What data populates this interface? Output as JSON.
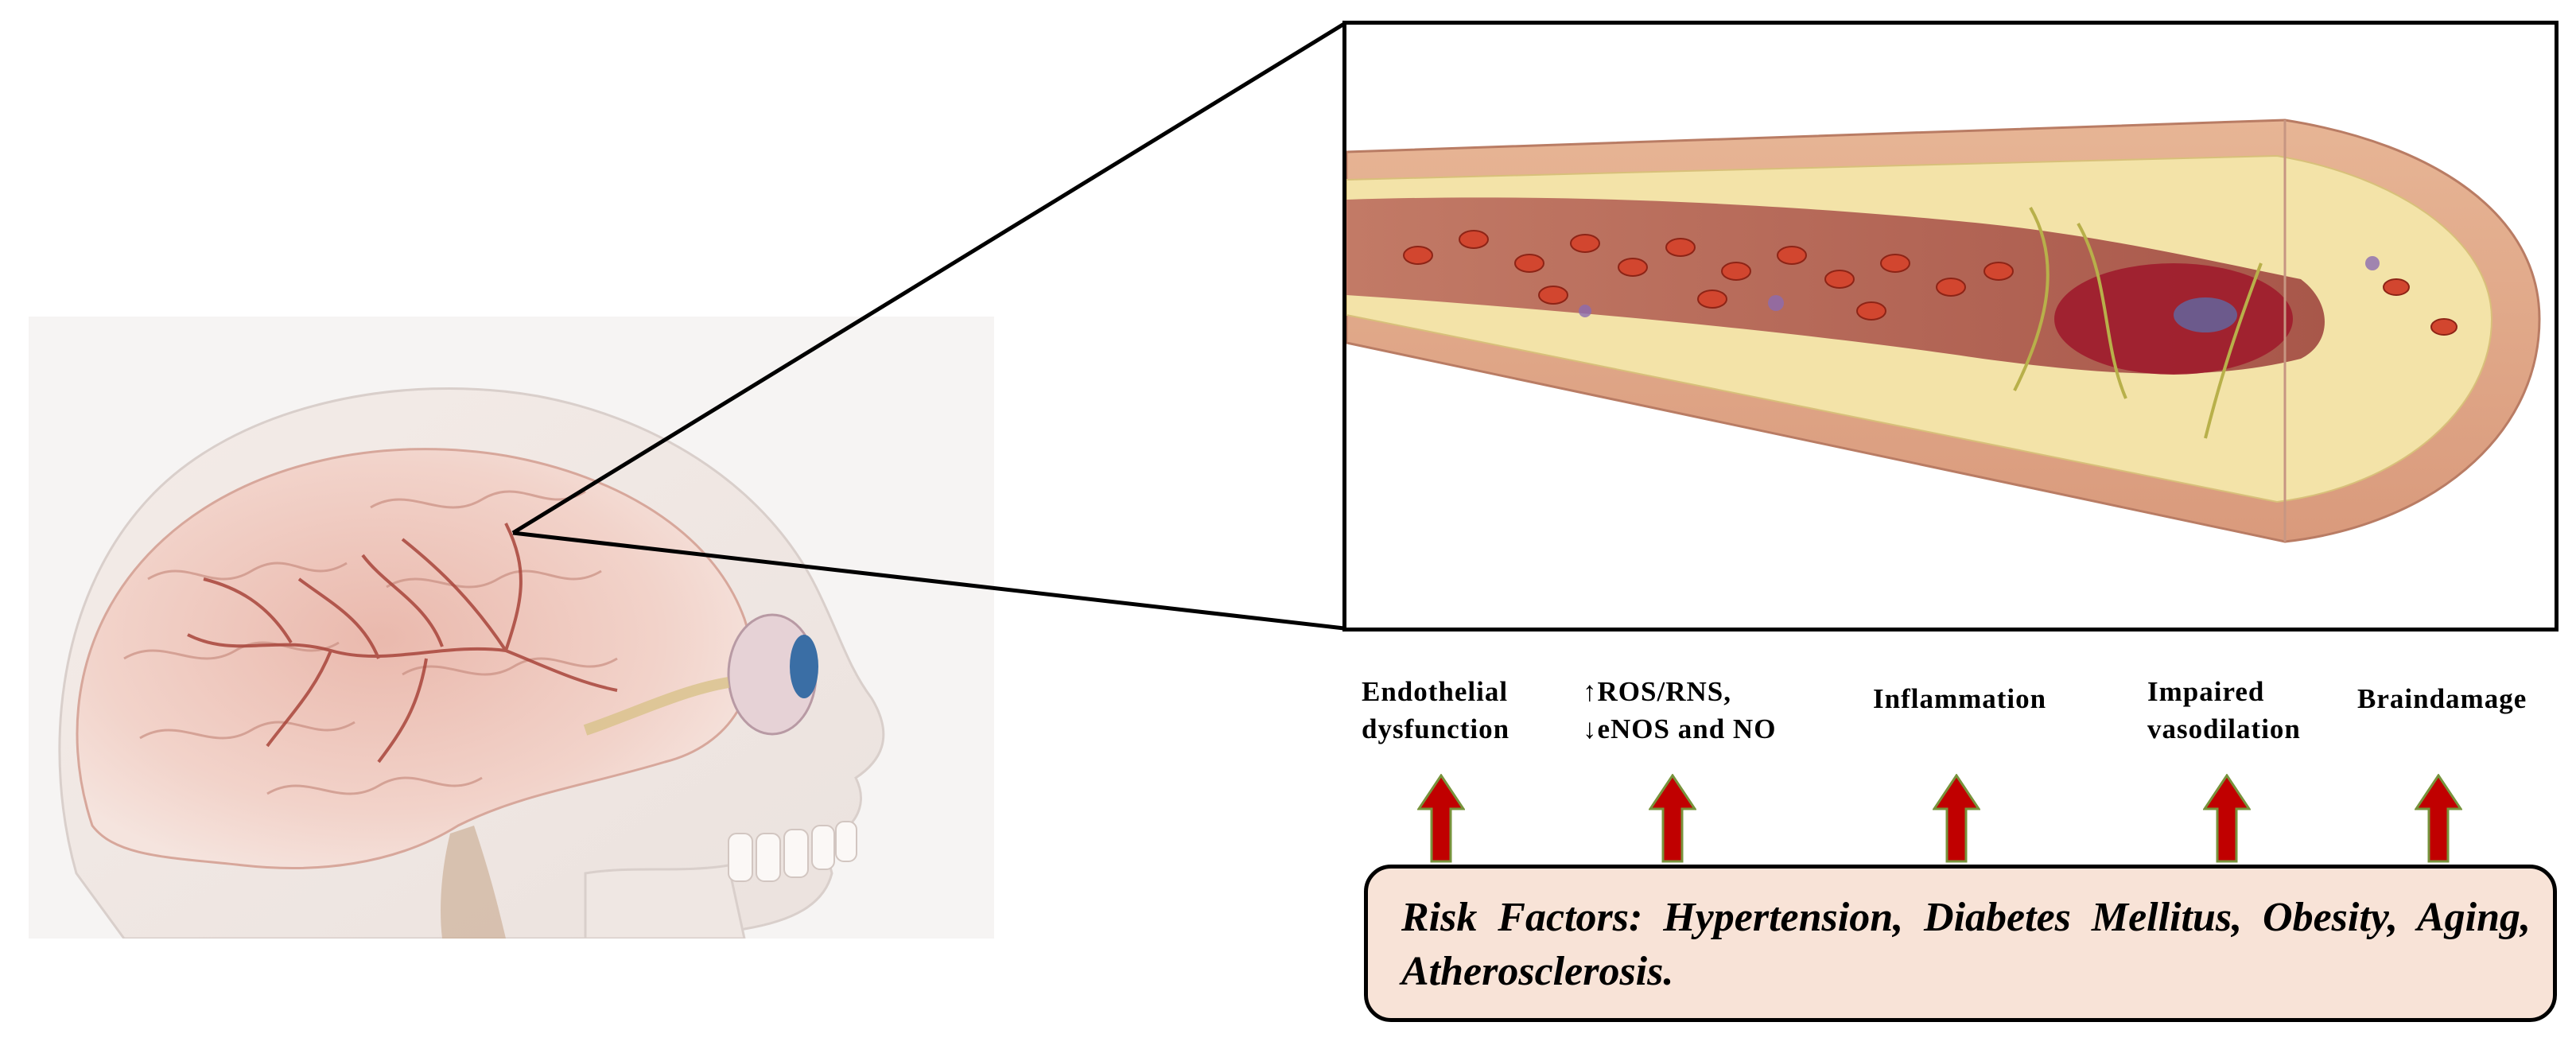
{
  "effects": [
    {
      "line1": "Endothelial",
      "line2": "dysfunction"
    },
    {
      "line1": "↑ROS/RNS,",
      "line2": "↓eNOS and NO"
    },
    {
      "line1": "",
      "line2": "Inflammation"
    },
    {
      "line1": "Impaired",
      "line2": "vasodilation"
    },
    {
      "line1": "",
      "line2": "Braindamage"
    }
  ],
  "risk_factors": {
    "text": "Risk Factors: Hypertension, Diabetes Mellitus, Obesity, Aging, Atherosclerosis."
  },
  "colors": {
    "arrow_fill": "#c00000",
    "arrow_outline": "#77933c",
    "risk_box_fill": "#f8e3d7",
    "artery_wall": "#e6b38e",
    "plaque": "#f3e3a8",
    "lumen": "#b5624d",
    "clot": "#9e1c2c"
  },
  "illustrations": {
    "head": "brain-skull-illustration",
    "artery": "artery-cross-section-illustration"
  }
}
